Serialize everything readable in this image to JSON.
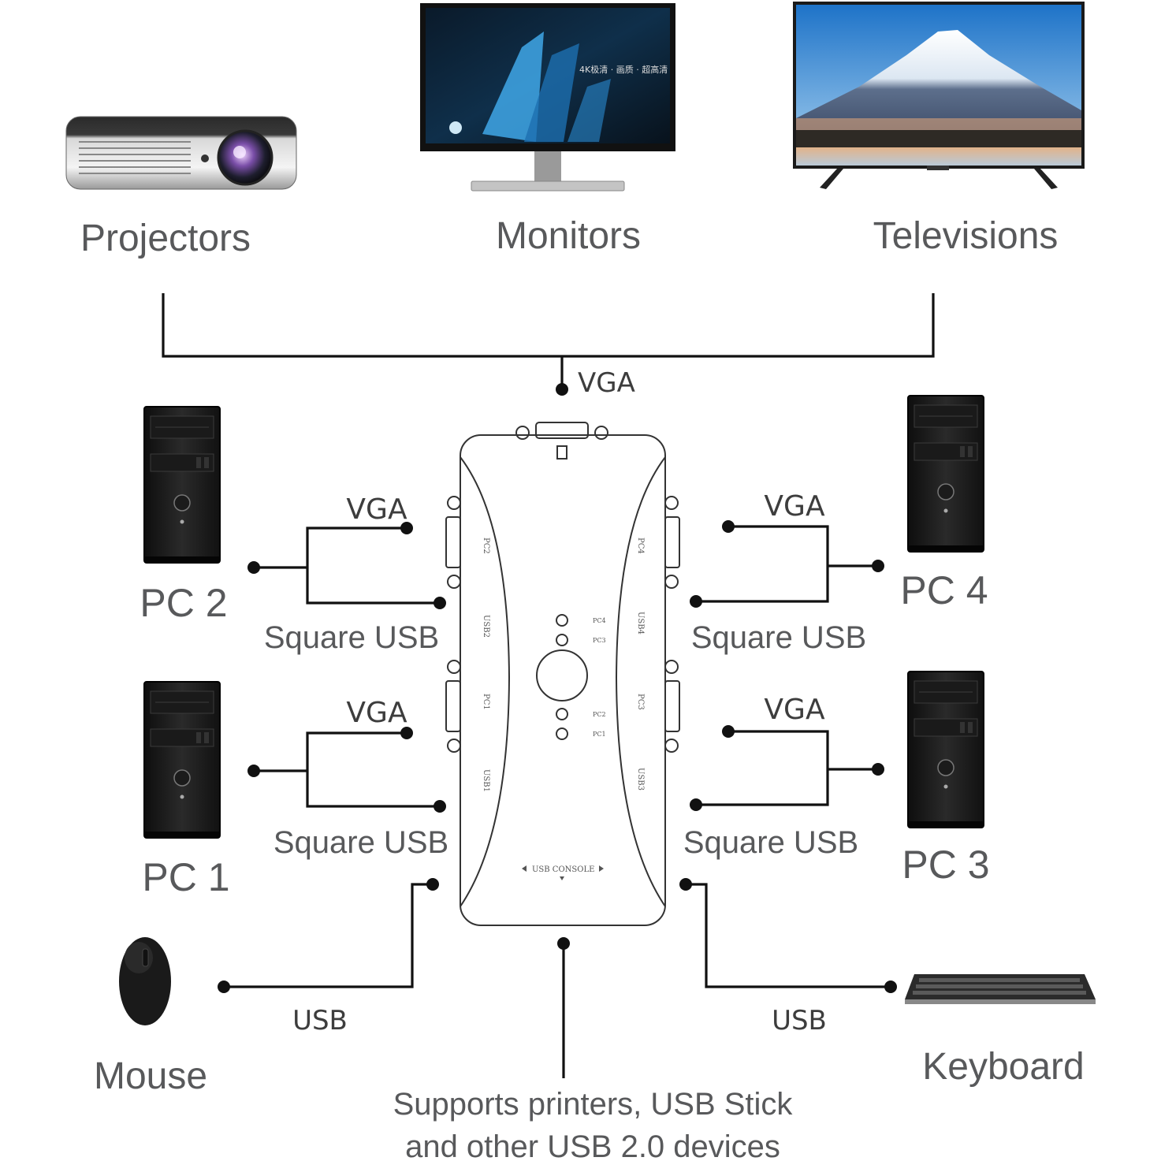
{
  "displays": {
    "projectors": "Projectors",
    "monitors": "Monitors",
    "televisions": "Televisions"
  },
  "monitor_screen_text": "4K极清 · 画质 · 超高清",
  "connectors": {
    "top_vga": "VGA",
    "pc2_vga": "VGA",
    "pc2_usb": "Square USB",
    "pc1_vga": "VGA",
    "pc1_usb": "Square USB",
    "pc4_vga": "VGA",
    "pc4_usb": "Square USB",
    "pc3_vga": "VGA",
    "pc3_usb": "Square USB",
    "mouse_usb": "USB",
    "keyboard_usb": "USB"
  },
  "computers": {
    "pc1": "PC 1",
    "pc2": "PC 2",
    "pc3": "PC 3",
    "pc4": "PC 4"
  },
  "peripherals": {
    "mouse": "Mouse",
    "keyboard": "Keyboard"
  },
  "footer": {
    "line1": "Supports printers, USB Stick",
    "line2": "and other USB 2.0 devices"
  },
  "kvm": {
    "usb_console": "USB CONSOLE",
    "port_pc1": "PC1",
    "port_pc2": "PC2",
    "port_pc3": "PC3",
    "port_pc4": "PC4",
    "port_usb1": "USB1",
    "port_usb2": "USB2",
    "port_usb3": "USB3",
    "port_usb4": "USB4",
    "led_pc4": "PC4",
    "led_pc3": "PC3",
    "led_pc2": "PC2",
    "led_pc1": "PC1"
  },
  "colors": {
    "label_gray": "#58595b",
    "wire": "#111111",
    "tower": "#1c1c1c"
  }
}
